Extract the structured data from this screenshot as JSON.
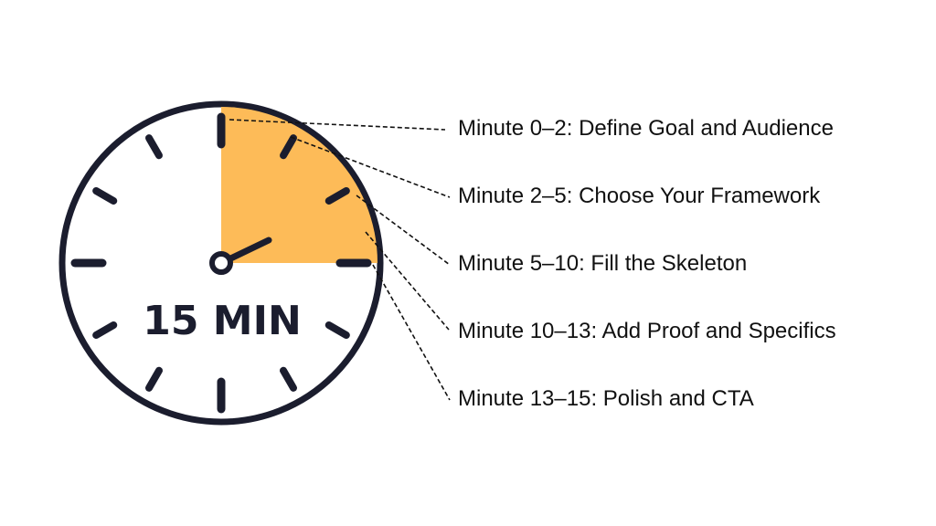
{
  "clock": {
    "label": "15 MIN",
    "highlight_color": "#fdbb58",
    "face_color": "#ffffff",
    "ink_color": "#1b1d2e",
    "highlighted_portion": "first quarter of the dial"
  },
  "steps": [
    {
      "id": "step-0-2",
      "label": "Minute 0–2: Define Goal and Audience"
    },
    {
      "id": "step-2-5",
      "label": "Minute 2–5: Choose Your Framework"
    },
    {
      "id": "step-5-10",
      "label": "Minute 5–10: Fill the Skeleton"
    },
    {
      "id": "step-10-13",
      "label": "Minute 10–13: Add Proof and Specifics"
    },
    {
      "id": "step-13-15",
      "label": "Minute 13–15: Polish and CTA"
    }
  ]
}
